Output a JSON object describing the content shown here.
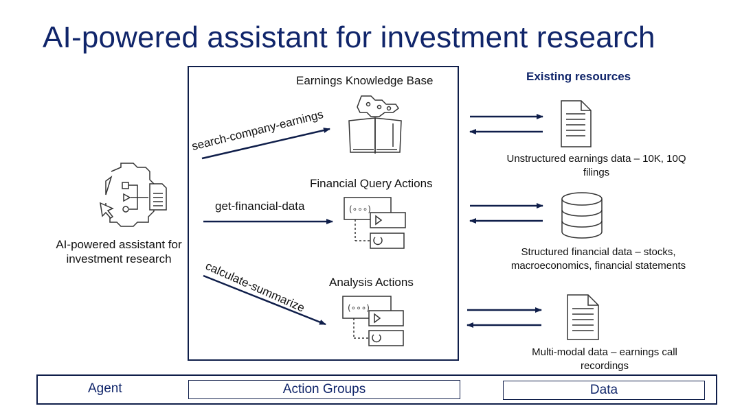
{
  "title": "AI-powered assistant for investment research",
  "agent": {
    "label": "AI-powered assistant for investment research",
    "icon": "agent-workflow-icon"
  },
  "action_groups": [
    {
      "title": "Earnings Knowledge Base",
      "action": "search-company-earnings",
      "icon": "knowledge-book-icon"
    },
    {
      "title": "Financial Query Actions",
      "action": "get-financial-data",
      "icon": "function-flow-icon"
    },
    {
      "title": "Analysis Actions",
      "action": "calculate-summarize",
      "icon": "function-flow-icon"
    }
  ],
  "existing_resources": {
    "heading": "Existing resources",
    "items": [
      {
        "caption": "Unstructured earnings data – 10K, 10Q filings",
        "icon": "document-icon"
      },
      {
        "caption": "Structured financial data – stocks, macroeconomics, financial statements",
        "icon": "database-icon"
      },
      {
        "caption": "Multi-modal data – earnings call recordings",
        "icon": "document-icon"
      }
    ]
  },
  "footer": {
    "agent": "Agent",
    "action_groups": "Action Groups",
    "data": "Data"
  },
  "colors": {
    "navy": "#10256a",
    "line": "#0f1e4a",
    "icon_stroke": "#333333"
  }
}
